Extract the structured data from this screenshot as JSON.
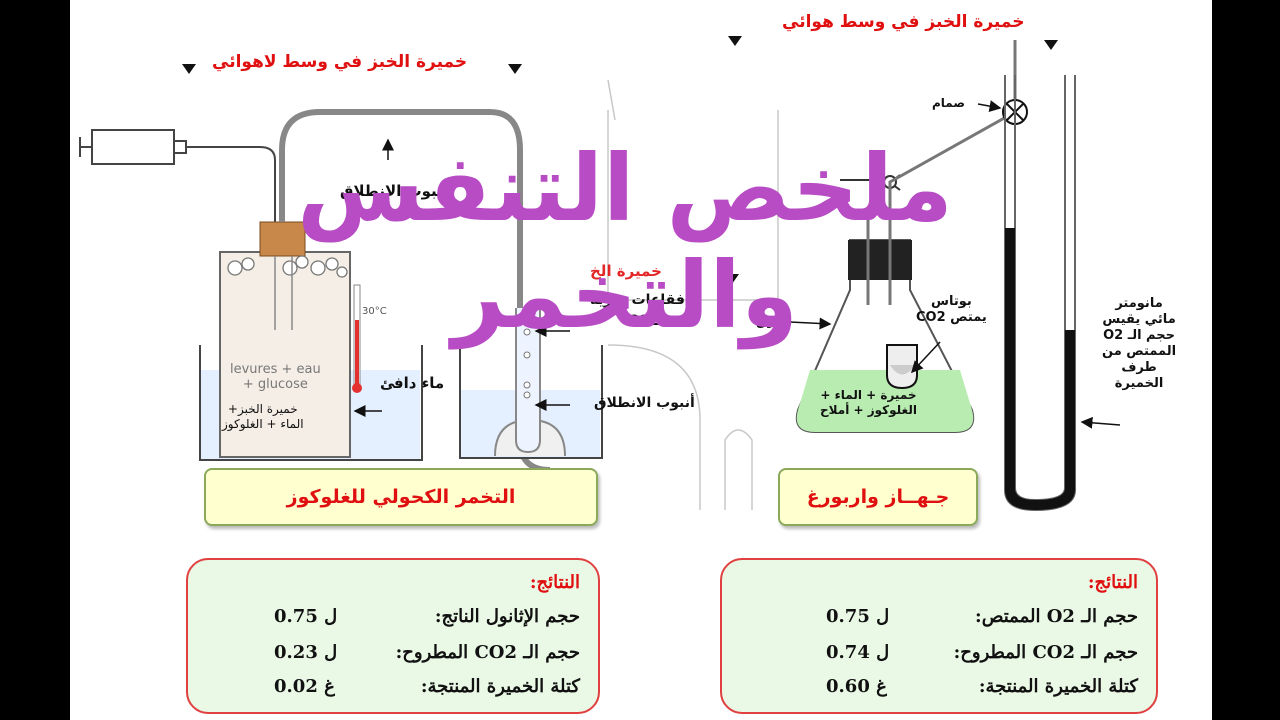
{
  "top_labels": {
    "anaerobic": "خميرة الخبز في وسط لاهوائي",
    "aerobic": "خميرة الخبز في وسط هوائي"
  },
  "overlay_title": "ملخص التنفس والتخمر",
  "left_apparatus": {
    "tube_label": "أنبوب الانطلاق",
    "beaker_label": "levures + eau\n+ glucose",
    "thermometer_label": "30°C",
    "warm_water": "ماء دافئ",
    "mix_label": "خميرة الخبز+\nالماء + الغلوكوز",
    "bubbles_label": "فقاعات غازية",
    "bubbles_formula": "CO2",
    "tube2_label": "أنبوب الانطلاق",
    "faded_label": "خميرة الخ",
    "caption": "التخمر الكحولي للغلوكوز"
  },
  "right_apparatus": {
    "valve_label": "صمام",
    "flask_label": "دورق",
    "potash_label": "بوتاس\nيمتص CO2",
    "flask_content": "خميرة + الماء +\nالغلوكوز + أملاح",
    "manometer_label": "مانومتر\nمائي يقيس\nحجم الـ O2\nالممتص من\nطرف\nالخميرة",
    "caption": "جـهــاز واربورغ"
  },
  "results_left": {
    "title": "النتائج:",
    "rows": [
      {
        "key": "حجم الإثانول الناتج:",
        "value": "0.75 ل"
      },
      {
        "key": "حجم الـ CO2 المطروح:",
        "value": "0.23  ل"
      },
      {
        "key": "كتلة الخميرة المنتجة:",
        "value": "0.02  غ"
      }
    ]
  },
  "results_right": {
    "title": "النتائج:",
    "rows": [
      {
        "key": "حجم الـ O2  الممتص:",
        "value": "0.75 ل"
      },
      {
        "key": "حجم الـ CO2 المطروح:",
        "value": "0.74  ل"
      },
      {
        "key": "كتلة الخميرة المنتجة:",
        "value": "0.60  غ"
      }
    ]
  },
  "colors": {
    "title_overlay": "#b84cc4",
    "red_text": "#e01010",
    "liquid_green": "#b8ecb0",
    "cork": "#c8884a"
  }
}
